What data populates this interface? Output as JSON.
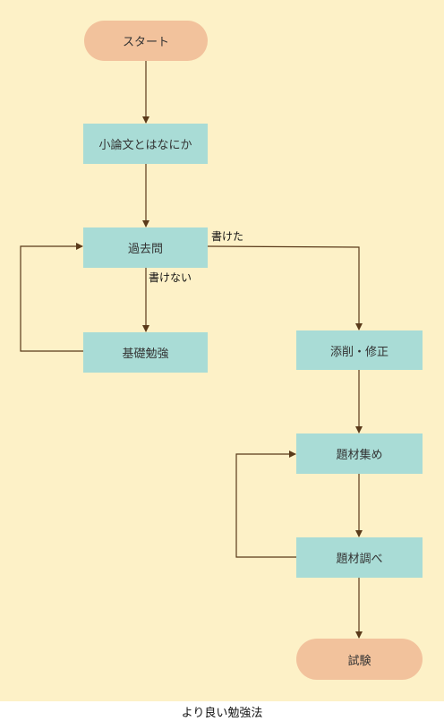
{
  "caption": "より良い勉強法",
  "nodes": {
    "start": "スタート",
    "intro": "小論文とはなにか",
    "past_exam": "過去問",
    "basics": "基礎勉強",
    "correction": "添削・修正",
    "gather": "題材集め",
    "research": "題材調べ",
    "exam": "試験"
  },
  "edge_labels": {
    "can_write": "書けた",
    "cannot_write": "書けない"
  },
  "colors": {
    "background": "#fdf1c7",
    "process": "#a9dcd6",
    "terminal": "#f2c29c",
    "edge": "#5a3a1a"
  }
}
